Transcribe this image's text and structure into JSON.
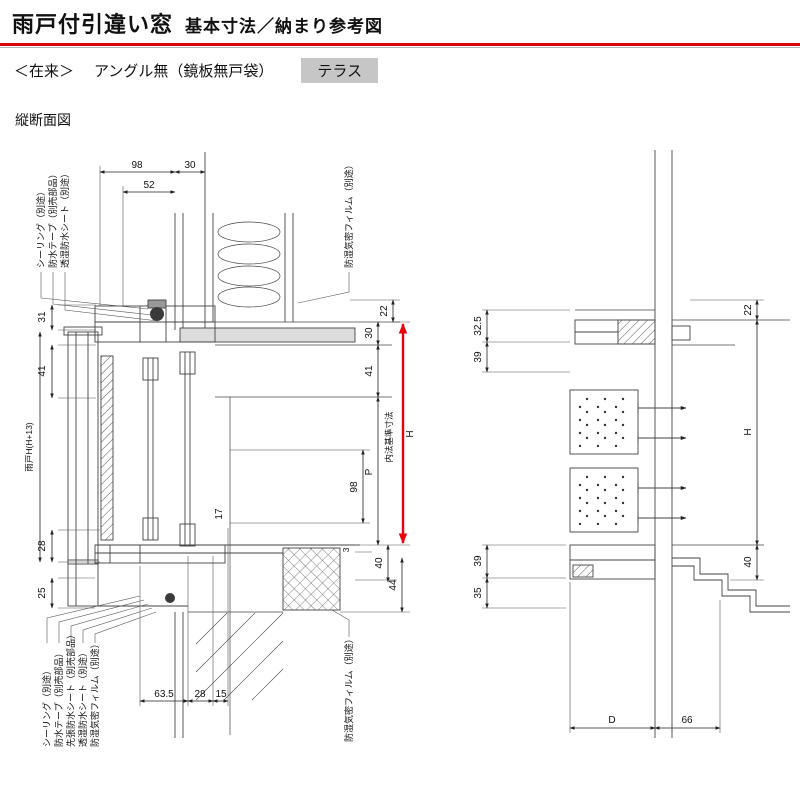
{
  "header": {
    "title": "雨戸付引違い窓",
    "subtitle": "基本寸法／納まり参考図"
  },
  "spec": {
    "construction": "＜在来＞",
    "series": "アングル無（鏡板無戸袋）",
    "badge": "テラス"
  },
  "section": {
    "label": "縦断面図"
  },
  "colors": {
    "accent_red": "#d7000f",
    "dimension_arrow_red": "#e60012",
    "badge_bg": "#c6c6c6"
  },
  "left_diagram": {
    "callouts_top": [
      "シーリング（別途）",
      "防水テープ（別売部品）",
      "透湿防水シート（別途）",
      "防湿気密フィルム（別途）"
    ],
    "callouts_bottom": [
      "シーリング（別途）",
      "防水テープ（別売部品）",
      "先張防水シート（別売部品）",
      "透湿防水シート（別途）",
      "防湿気密フィルム（別途）",
      "防湿気密フィルム（別途）"
    ],
    "dims": {
      "top": [
        "98",
        "52",
        "30"
      ],
      "left": [
        "31",
        "41",
        "28",
        "25"
      ],
      "left_span_label": "雨戸H(H+13)",
      "right": [
        "22",
        "30",
        "41",
        "P",
        "98",
        "40",
        "44"
      ],
      "standard_label": "内法基準寸法",
      "height_label": "H",
      "inner": [
        "17",
        "3"
      ],
      "bottom": [
        "63.5",
        "28",
        "15"
      ]
    }
  },
  "right_diagram": {
    "dims": {
      "left": [
        "32.5",
        "39",
        "39",
        "35"
      ],
      "right": [
        "22",
        "H",
        "40"
      ],
      "bottom": [
        "D",
        "66"
      ]
    }
  }
}
